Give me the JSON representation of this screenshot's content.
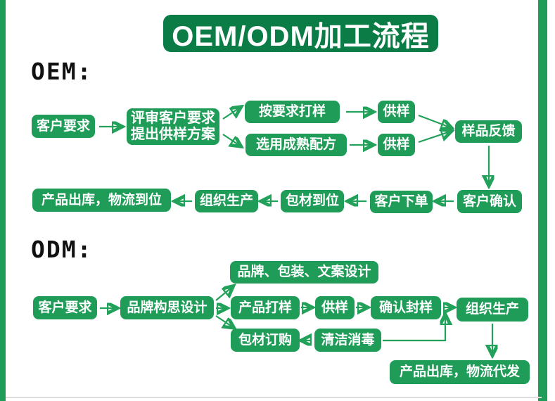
{
  "title": {
    "text": "OEM/ODM加工流程"
  },
  "colors": {
    "node_green": "#1f9d58",
    "banner_green": "#0b7c45",
    "arrow_green": "#21a159",
    "section_label_black": "#111111"
  },
  "oem": {
    "section_label": "OEM:",
    "nodes": {
      "customer_request": "客户要求",
      "review_line1": "评审客户要求",
      "review_line2": "提出供样方案",
      "sample_per_request": "按要求打样",
      "supply_sample_top": "供样",
      "mature_formula": "选用成熟配方",
      "supply_sample_bottom": "供样",
      "sample_feedback": "样品反馈",
      "customer_confirm": "客户确认",
      "customer_order": "客户下单",
      "packaging_in_place": "包材到位",
      "organize_production": "组织生产",
      "outbound_logistics": "产品出库，物流到位"
    }
  },
  "odm": {
    "section_label": "ODM:",
    "nodes": {
      "customer_request": "客户要求",
      "brand_concept_design": "品牌构思设计",
      "brand_packaging_copywriting": "品牌、包装、文案设计",
      "product_sampling": "产品打样",
      "supply_sample": "供样",
      "confirm_sealed_sample": "确认封样",
      "organize_production": "组织生产",
      "packaging_purchase": "包材订购",
      "cleaning_disinfection": "清洁消毒",
      "outbound_dropshipping": "产品出库，物流代发"
    }
  }
}
